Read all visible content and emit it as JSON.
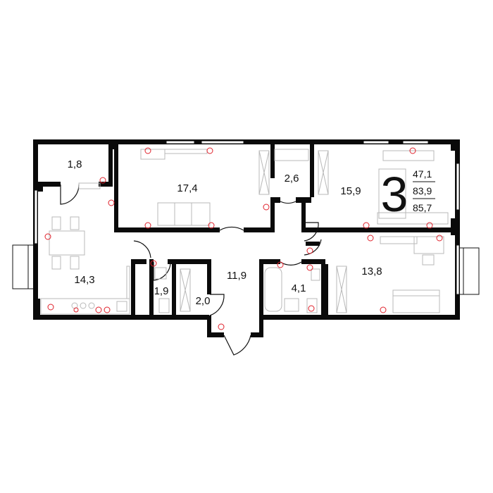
{
  "plan": {
    "room_count": "3",
    "areas": {
      "living": "47,1",
      "total": "83,9",
      "total_with_balcony": "85,7"
    },
    "rooms": [
      {
        "id": "storage",
        "area": "1,8"
      },
      {
        "id": "bedroom-1",
        "area": "17,4"
      },
      {
        "id": "closet-1",
        "area": "2,6"
      },
      {
        "id": "bedroom-2",
        "area": "15,9"
      },
      {
        "id": "kitchen-living",
        "area": "14,3"
      },
      {
        "id": "hall",
        "area": "11,9"
      },
      {
        "id": "wc",
        "area": "1,9"
      },
      {
        "id": "closet-2",
        "area": "2,0"
      },
      {
        "id": "bathroom",
        "area": "4,1"
      },
      {
        "id": "bedroom-3",
        "area": "13,8"
      }
    ],
    "colors": {
      "wall": "#0a0a0a",
      "fixture": "#b8b8b8",
      "socket": "#e0202a"
    }
  }
}
